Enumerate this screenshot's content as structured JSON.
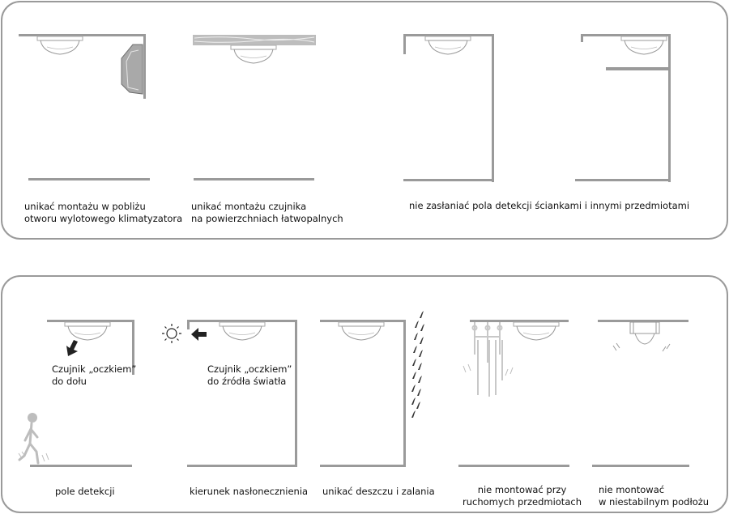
{
  "top": {
    "caption_ac": [
      "unikać montażu w pobliżu",
      "otworu wylotowego klimatyzatora"
    ],
    "caption_flammable": [
      "unikać montażu czujnika",
      "na powierzchniach łatwopalnych"
    ],
    "caption_obstruction": "nie zasłaniać pola detekcji ściankami i innymi przedmiotami"
  },
  "bottom": {
    "eye_down_note": [
      "Czujnik „oczkiem”",
      "do dołu"
    ],
    "eye_light_note": [
      "Czujnik „oczkiem”",
      "do źródła światła"
    ],
    "caption_detection_field": "pole detekcji",
    "caption_sunlight": "kierunek nasłonecznienia",
    "caption_rain": "unikać deszczu i zalania",
    "caption_moving": [
      "nie montować przy",
      "ruchomych przedmiotach"
    ],
    "caption_unstable": [
      "nie montować",
      "w niestabilnym podłożu"
    ]
  }
}
